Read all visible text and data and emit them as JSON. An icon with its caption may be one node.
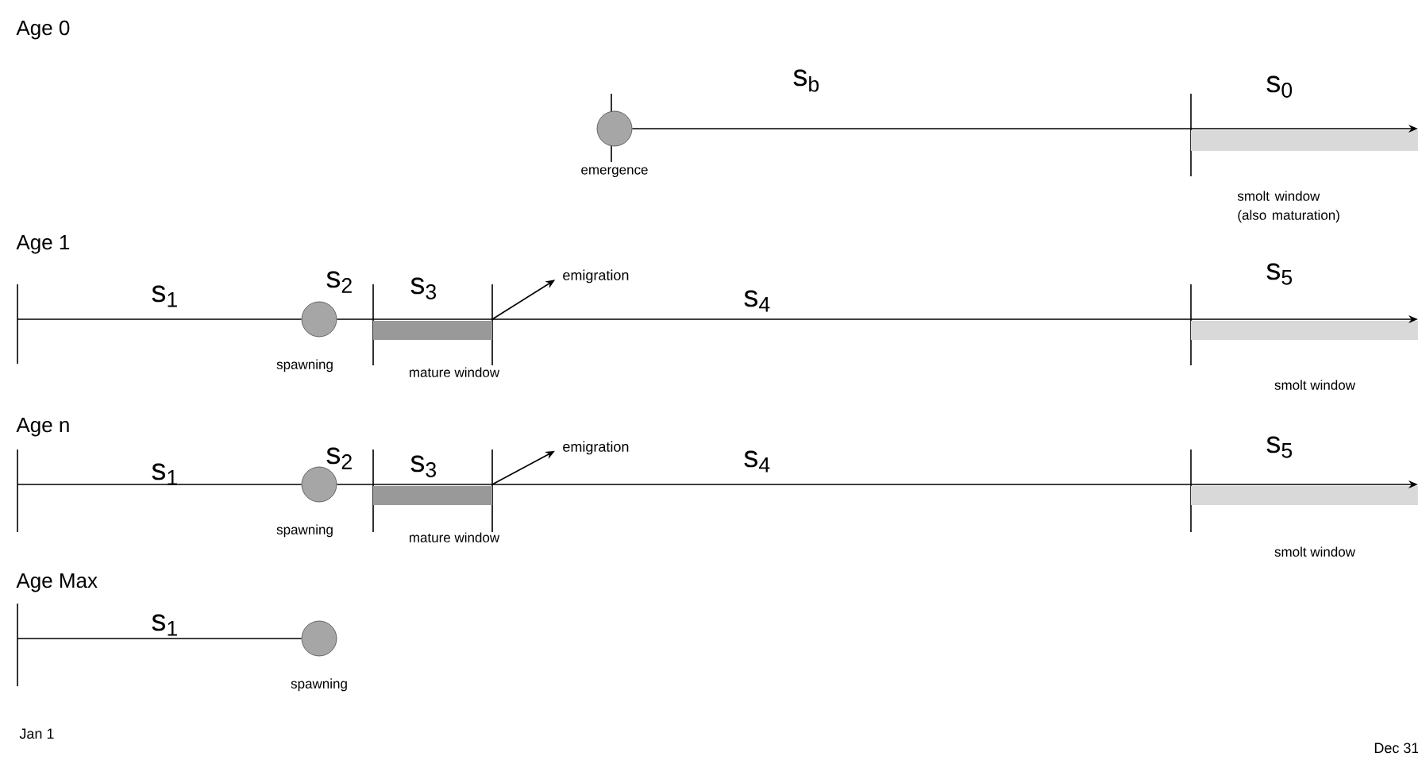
{
  "diagram": {
    "nodes": [
      {
        "text": [],
        "shape": "circle",
        "beside": [
          "emergence"
        ]
      },
      {
        "text": [],
        "shape": "bar",
        "beside": [
          "smolt window (also maturation)"
        ]
      },
      {
        "text": [],
        "shape": "circle",
        "beside": [
          "spawning"
        ]
      },
      {
        "text": [],
        "shape": "bar",
        "beside": [
          "mature window"
        ]
      },
      {
        "text": [
          "emigration"
        ]
      },
      {
        "text": [],
        "shape": "bar",
        "beside": [
          "smolt window"
        ]
      },
      {
        "text": [],
        "shape": "circle",
        "beside": [
          "spawning"
        ]
      },
      {
        "text": [],
        "shape": "bar",
        "beside": [
          "mature window"
        ]
      },
      {
        "text": [
          "emigration"
        ]
      },
      {
        "text": [],
        "shape": "bar",
        "beside": [
          "smolt window"
        ]
      },
      {
        "text": [],
        "shape": "circle",
        "beside": [
          "spawning"
        ]
      }
    ],
    "edges": [
      {
        "from": 0,
        "to": 1,
        "arrow": "to"
      },
      {
        "from": null,
        "to": 2,
        "arrow": "none"
      },
      {
        "from": 2,
        "to": 5,
        "arrow": "to"
      },
      {
        "from": 3,
        "to": 4,
        "arrow": "to"
      },
      {
        "from": null,
        "to": 6,
        "arrow": "none"
      },
      {
        "from": 6,
        "to": 9,
        "arrow": "to"
      },
      {
        "from": 7,
        "to": 8,
        "arrow": "to"
      },
      {
        "from": null,
        "to": 10,
        "arrow": "none"
      }
    ],
    "labels": [
      "Age 0",
      "s$_{b}$",
      "s$_{0}$",
      "Age 1",
      "s$_{1}$",
      "s$_{2}$",
      "s$_{3}$",
      "s$_{4}$",
      "s$_{5}$",
      "Age n",
      "s$_{1}$",
      "s$_{2}$",
      "s$_{3}$",
      "s$_{4}$",
      "s$_{5}$",
      "Age Max",
      "s$_{1}$",
      "Jan 1",
      "Dec 31"
    ]
  }
}
